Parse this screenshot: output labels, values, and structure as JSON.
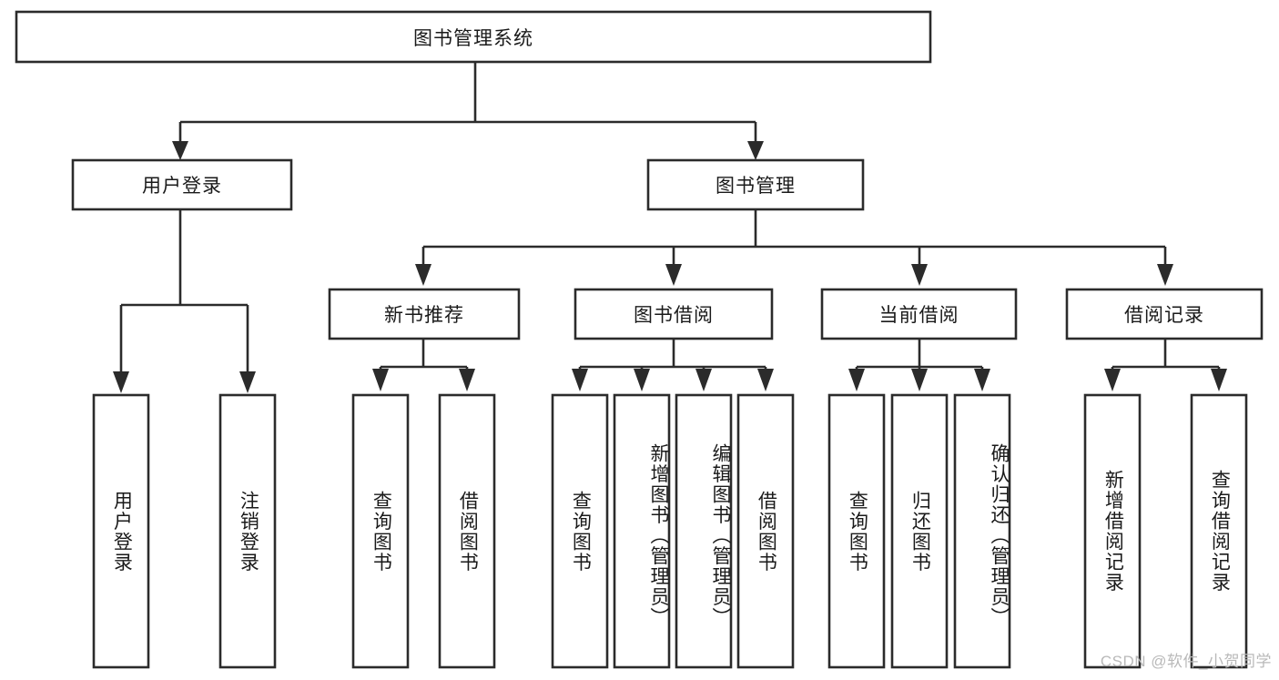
{
  "diagram": {
    "title": "图书管理系统",
    "type": "tree-hierarchy",
    "root": {
      "label": "图书管理系统",
      "orientation": "horizontal"
    },
    "level2": [
      {
        "label": "用户登录",
        "orientation": "horizontal"
      },
      {
        "label": "图书管理",
        "orientation": "horizontal"
      }
    ],
    "level3": [
      {
        "label": "新书推荐",
        "orientation": "horizontal",
        "parent": "图书管理"
      },
      {
        "label": "图书借阅",
        "orientation": "horizontal",
        "parent": "图书管理"
      },
      {
        "label": "当前借阅",
        "orientation": "horizontal",
        "parent": "图书管理"
      },
      {
        "label": "借阅记录",
        "orientation": "horizontal",
        "parent": "图书管理"
      }
    ],
    "leaves": {
      "user_login": [
        {
          "label": "用户登录",
          "orientation": "vertical"
        },
        {
          "label": "注销登录",
          "orientation": "vertical"
        }
      ],
      "new_book_recommend": [
        {
          "label": "查询图书",
          "orientation": "vertical"
        },
        {
          "label": "借阅图书",
          "orientation": "vertical"
        }
      ],
      "book_borrow": [
        {
          "label": "查询图书",
          "orientation": "vertical"
        },
        {
          "label": "新增图书（管理员）",
          "orientation": "vertical"
        },
        {
          "label": "编辑图书（管理员）",
          "orientation": "vertical"
        },
        {
          "label": "借阅图书",
          "orientation": "vertical"
        }
      ],
      "current_borrow": [
        {
          "label": "查询图书",
          "orientation": "vertical"
        },
        {
          "label": "归还图书",
          "orientation": "vertical"
        },
        {
          "label": "确认归还（管理员）",
          "orientation": "vertical"
        }
      ],
      "borrow_record": [
        {
          "label": "新增借阅记录",
          "orientation": "vertical"
        },
        {
          "label": "查询借阅记录",
          "orientation": "vertical"
        }
      ]
    }
  },
  "watermark": {
    "text": "CSDN @软件_小贺同学"
  },
  "colors": {
    "stroke": "#2b2b2b",
    "fill": "#ffffff",
    "text": "#1a1a1a",
    "watermark": "#b9b9b9",
    "background": "#ffffff"
  }
}
